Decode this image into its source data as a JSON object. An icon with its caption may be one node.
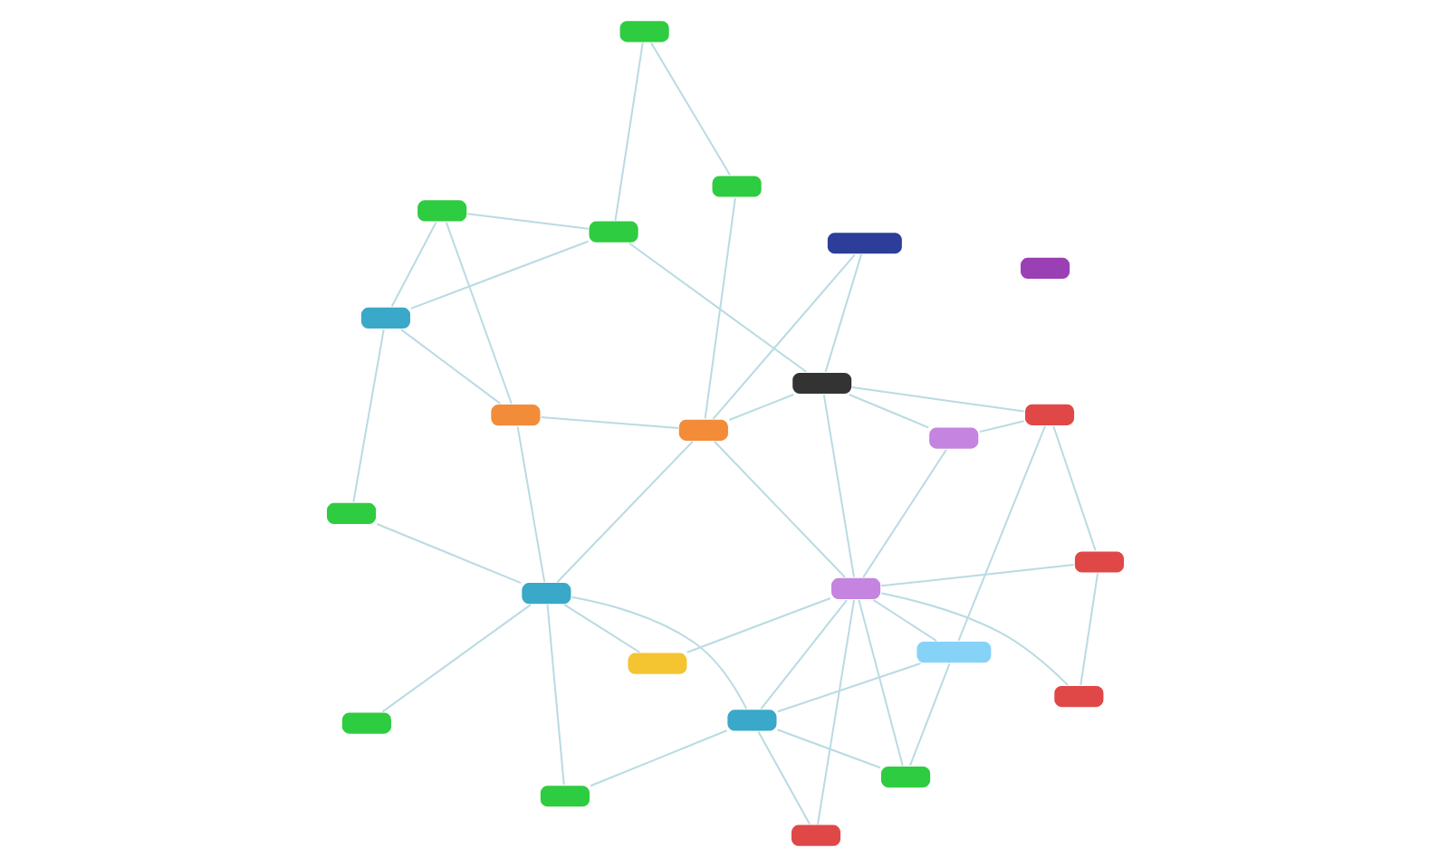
{
  "diagram": {
    "nodes": [
      {
        "text": [],
        "shape": "box"
      },
      {
        "text": [],
        "shape": "box"
      },
      {
        "text": [],
        "shape": "box"
      },
      {
        "text": [],
        "shape": "box"
      },
      {
        "text": [],
        "shape": "box"
      },
      {
        "text": [],
        "shape": "box"
      },
      {
        "text": [],
        "shape": "box"
      },
      {
        "text": [],
        "shape": "box"
      },
      {
        "text": [],
        "shape": "box"
      },
      {
        "text": [],
        "shape": "box"
      },
      {
        "text": [],
        "shape": "box"
      },
      {
        "text": [],
        "shape": "box"
      },
      {
        "text": [],
        "shape": "box"
      },
      {
        "text": [],
        "shape": "box"
      },
      {
        "text": [],
        "shape": "box"
      },
      {
        "text": [],
        "shape": "box"
      },
      {
        "text": [],
        "shape": "box"
      },
      {
        "text": [],
        "shape": "box"
      },
      {
        "text": [],
        "shape": "box"
      },
      {
        "text": [],
        "shape": "box"
      },
      {
        "text": [],
        "shape": "box"
      },
      {
        "text": [],
        "shape": "box"
      },
      {
        "text": [],
        "shape": "box"
      },
      {
        "text": [],
        "shape": "box"
      }
    ],
    "edges": [
      {
        "from": 1,
        "to": 10,
        "arrow": "none"
      },
      {
        "from": 1,
        "to": 8,
        "arrow": "none"
      },
      {
        "from": 3,
        "to": 8,
        "arrow": "none"
      },
      {
        "from": 3,
        "to": 15,
        "arrow": "none"
      },
      {
        "from": 5,
        "to": 9,
        "arrow": "none"
      },
      {
        "from": 5,
        "to": 10,
        "arrow": "none"
      },
      {
        "from": 5,
        "to": 15,
        "arrow": "none"
      },
      {
        "from": 4,
        "to": 8,
        "arrow": "none"
      },
      {
        "from": 6,
        "to": 8,
        "arrow": "none"
      },
      {
        "from": 6,
        "to": 7,
        "arrow": "none"
      },
      {
        "from": 2,
        "to": 7,
        "arrow": "none"
      },
      {
        "from": 2,
        "to": 12,
        "arrow": "none"
      },
      {
        "from": 2,
        "to": 20,
        "arrow": "none"
      },
      {
        "from": 9,
        "to": 10,
        "arrow": "none"
      },
      {
        "from": 9,
        "to": 15,
        "arrow": "none"
      },
      {
        "from": 9,
        "to": 22,
        "arrow": "none"
      },
      {
        "from": 10,
        "to": 8,
        "arrow": "none"
      },
      {
        "from": 10,
        "to": 15,
        "arrow": "none"
      },
      {
        "from": 11,
        "to": 15,
        "arrow": "none"
      },
      {
        "from": 11,
        "to": 10,
        "arrow": "none"
      },
      {
        "from": 14,
        "to": 17,
        "arrow": "none"
      },
      {
        "from": 14,
        "to": 22,
        "arrow": "none"
      },
      {
        "from": 14,
        "to": 15,
        "arrow": "none"
      },
      {
        "from": 17,
        "to": 15,
        "arrow": "none"
      },
      {
        "from": 15,
        "to": 16,
        "arrow": "none"
      },
      {
        "from": 15,
        "to": 19,
        "arrow": "none"
      },
      {
        "from": 15,
        "to": 21,
        "arrow": "none"
      },
      {
        "from": 16,
        "to": 12,
        "arrow": "none"
      },
      {
        "from": 16,
        "to": 13,
        "arrow": "none"
      },
      {
        "from": 16,
        "to": 21,
        "arrow": "none"
      },
      {
        "from": 16,
        "to": 8,
        "arrow": "none"
      },
      {
        "from": 12,
        "to": 8,
        "arrow": "none"
      },
      {
        "from": 12,
        "to": 7,
        "arrow": "none"
      },
      {
        "from": 13,
        "to": 18,
        "arrow": "none"
      },
      {
        "from": 18,
        "to": 20,
        "arrow": "none"
      },
      {
        "from": 21,
        "to": 23,
        "arrow": "none"
      },
      {
        "from": 19,
        "to": 21,
        "arrow": "none"
      },
      {
        "from": 22,
        "to": 19,
        "arrow": "none"
      },
      {
        "from": 22,
        "to": 21,
        "arrow": "none"
      },
      {
        "from": 20,
        "to": 21,
        "arrow": "none"
      },
      {
        "from": 7,
        "to": 20,
        "arrow": "none"
      },
      {
        "from": 23,
        "to": 16,
        "arrow": "none"
      }
    ]
  }
}
